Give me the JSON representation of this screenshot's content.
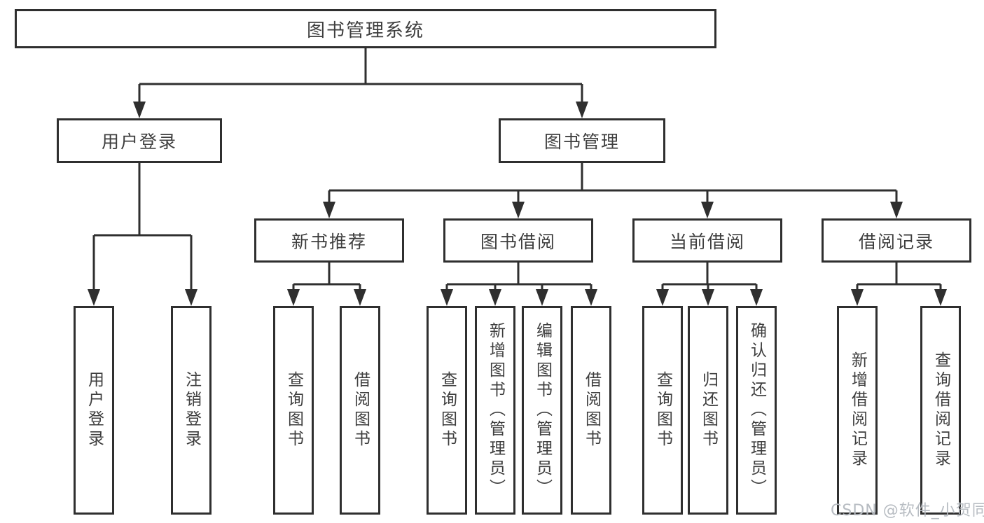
{
  "diagram": {
    "title": "图书管理系统",
    "user_login": {
      "label": "用户登录",
      "leaves": [
        "用户登录",
        "注销登录"
      ]
    },
    "book_management": {
      "label": "图书管理",
      "groups": [
        {
          "label": "新书推荐",
          "leaves": [
            "查询图书",
            "借阅图书"
          ]
        },
        {
          "label": "图书借阅",
          "leaves": [
            "查询图书",
            "新增图书（管理员）",
            "编辑图书（管理员）",
            "借阅图书"
          ]
        },
        {
          "label": "当前借阅",
          "leaves": [
            "查询图书",
            "归还图书",
            "确认归还（管理员）"
          ]
        },
        {
          "label": "借阅记录",
          "leaves": [
            "新增借阅记录",
            "查询借阅记录"
          ]
        }
      ]
    }
  },
  "watermark": "CSDN @软件_小贺同学",
  "colors": {
    "line": "#2f2f2f",
    "text": "#3e3e3e",
    "box_background": "#ffffff",
    "watermark": "#b4b9bf"
  }
}
